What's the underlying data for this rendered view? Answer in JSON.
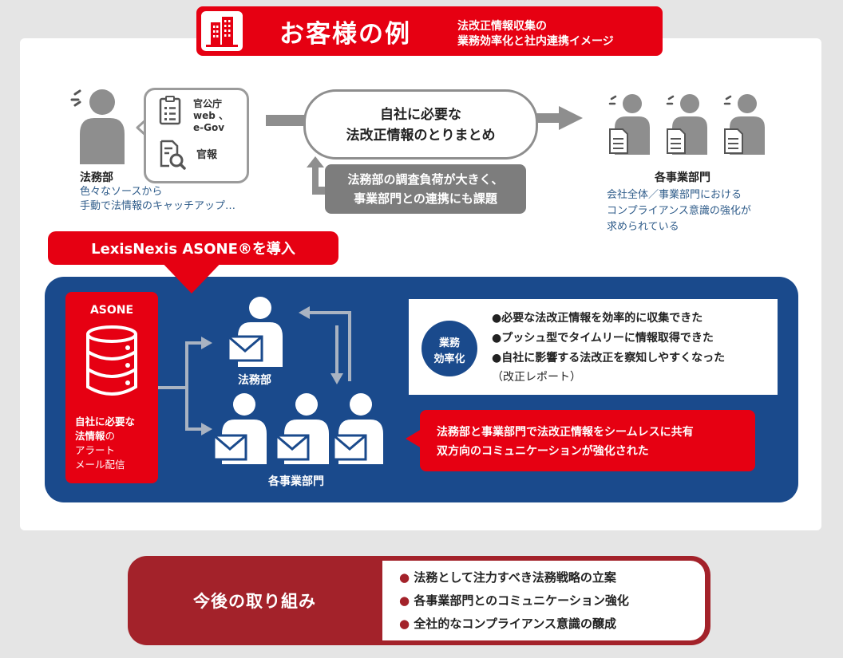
{
  "colors": {
    "red": "#e60012",
    "navy": "#1a4a8c",
    "gray": "#8e8e8e",
    "maroon": "#a3222a",
    "blue_text": "#2f5c8a"
  },
  "header": {
    "title": "お客様の例",
    "subtitle_line1": "法改正情報収集の",
    "subtitle_line2": "業務効率化と社内連携イメージ"
  },
  "before": {
    "legal_dept_label": "法務部",
    "legal_desc_line1": "色々なソースから",
    "legal_desc_line2": "手動で法情報のキャッチアップ…",
    "source1_line1": "官公庁",
    "source1_line2": "web 、",
    "source1_line3": "e-Gov",
    "source2": "官報",
    "summary_line1": "自社に必要な",
    "summary_line2": "法改正情報のとりまとめ",
    "burden_line1": "法務部の調査負荷が大きく、",
    "burden_line2": "事業部門との連携にも課題",
    "business_label": "各事業部門",
    "business_desc_line1": "会社全体／事業部門における",
    "business_desc_line2": "コンプライアンス意識の強化が",
    "business_desc_line3": "求められている"
  },
  "intro_banner": "LexisNexis ASONE®を導入",
  "after": {
    "asone_label": "ASONE",
    "asone_desc_line1": "自社に必要な",
    "asone_desc_line2a": "法情報",
    "asone_desc_line2b": "の",
    "asone_desc_line3": "アラート",
    "asone_desc_line4": "メール配信",
    "legal_label": "法務部",
    "business_label": "各事業部門",
    "efficiency_badge_line1": "業務",
    "efficiency_badge_line2": "効率化",
    "efficiency_items": [
      "●必要な法改正情報を効率的に収集できた",
      "●プッシュ型でタイムリーに情報取得できた",
      "●自社に影響する法改正を察知しやすくなった",
      "（改正レポート）"
    ],
    "share_line1": "法務部と事業部門で法改正情報をシームレスに共有",
    "share_line2": "双方向のコミュニケーションが強化された"
  },
  "future": {
    "title": "今後の取り組み",
    "bullet": "●",
    "items": [
      "法務として注力すべき法務戦略の立案",
      "各事業部門とのコミュニケーション強化",
      "全社的なコンプライアンス意識の醸成"
    ]
  }
}
